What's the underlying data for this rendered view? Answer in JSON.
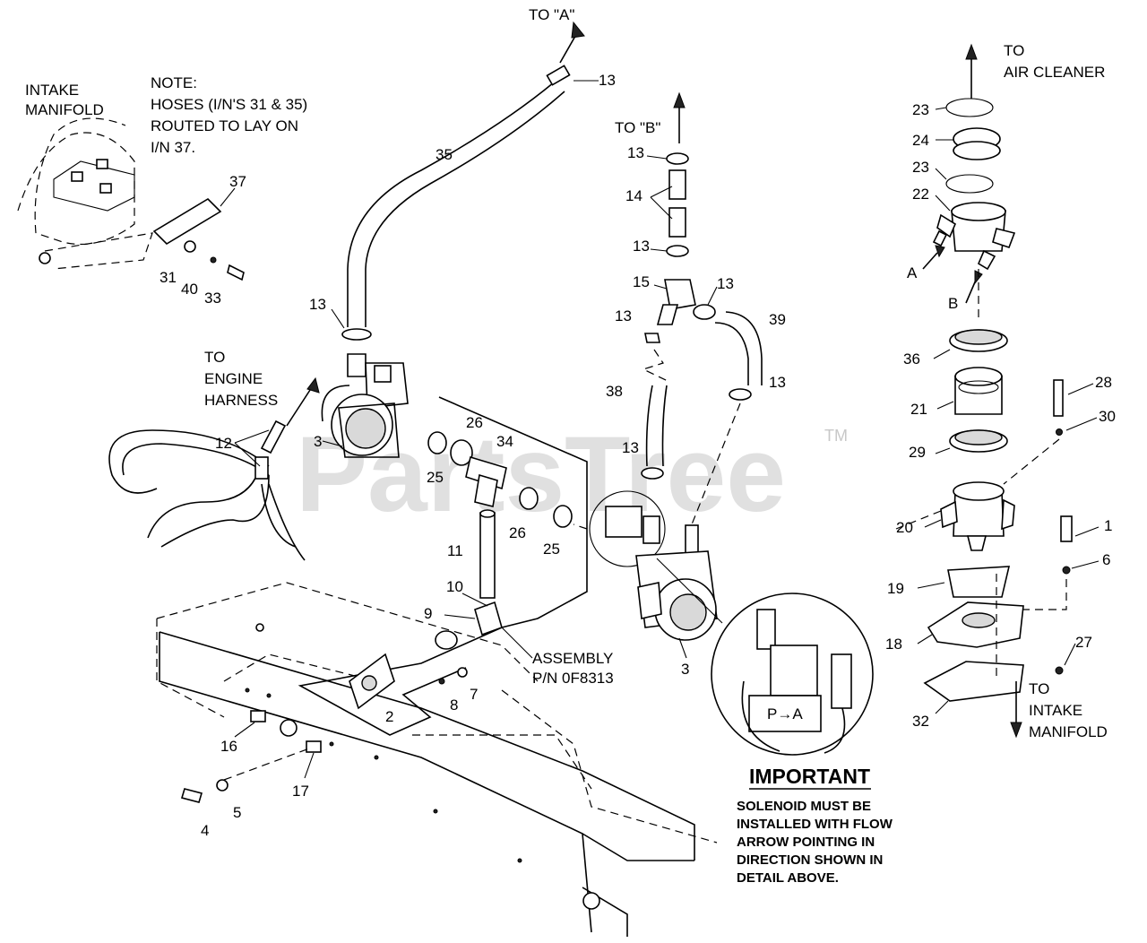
{
  "watermark": {
    "brand": "PartsTree",
    "trademark": "TM"
  },
  "notes": {
    "intake_manifold": [
      "INTAKE",
      "MANIFOLD"
    ],
    "hose_note": [
      "NOTE:",
      "HOSES (I/N'S 31 & 35)",
      "ROUTED TO LAY ON",
      "I/N 37."
    ],
    "to_a": "TO \"A\"",
    "to_b": "TO \"B\"",
    "to_air_cleaner": [
      "TO",
      "AIR CLEANER"
    ],
    "to_engine_harness": [
      "TO",
      "ENGINE",
      "HARNESS"
    ],
    "to_intake_manifold": [
      "TO",
      "INTAKE",
      "MANIFOLD"
    ],
    "assembly": [
      "ASSEMBLY",
      "P/N 0F8313"
    ],
    "arrow_a": "A",
    "arrow_b": "B"
  },
  "important": {
    "title": "IMPORTANT",
    "lines": [
      "SOLENOID MUST BE",
      "INSTALLED WITH FLOW",
      "ARROW POINTING IN",
      "DIRECTION SHOWN IN",
      "DETAIL ABOVE."
    ],
    "solenoid_tag": "P→A"
  },
  "callouts": {
    "c1": "1",
    "c2": "2",
    "c3a": "3",
    "c3b": "3",
    "c4": "4",
    "c5": "5",
    "c6": "6",
    "c7": "7",
    "c8": "8",
    "c9": "9",
    "c10": "10",
    "c11": "11",
    "c12": "12",
    "c13a": "13",
    "c13b": "13",
    "c13c": "13",
    "c13d": "13",
    "c13e": "13",
    "c13f": "13",
    "c13g": "13",
    "c13h": "13",
    "c14": "14",
    "c15": "15",
    "c16": "16",
    "c17": "17",
    "c18": "18",
    "c19": "19",
    "c20": "20",
    "c21": "21",
    "c22": "22",
    "c23a": "23",
    "c23b": "23",
    "c24": "24",
    "c25a": "25",
    "c25b": "25",
    "c26a": "26",
    "c26b": "26",
    "c27": "27",
    "c28": "28",
    "c29": "29",
    "c30": "30",
    "c31": "31",
    "c32": "32",
    "c33": "33",
    "c34": "34",
    "c35": "35",
    "c36": "36",
    "c37": "37",
    "c38": "38",
    "c39": "39",
    "c40": "40"
  }
}
